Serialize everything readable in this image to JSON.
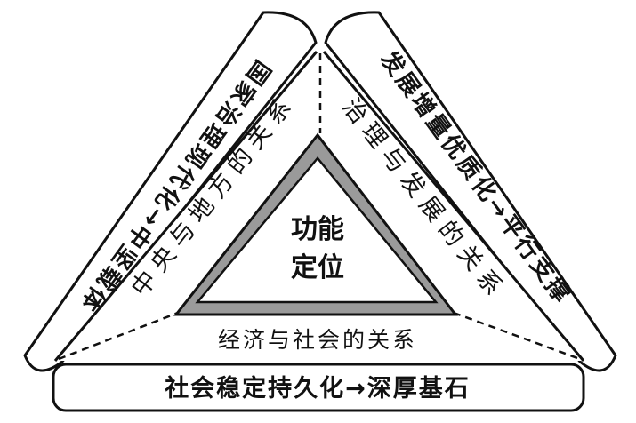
{
  "center": {
    "line1": "功能",
    "line2": "定位"
  },
  "inner_sides": {
    "left": "中央与地方的关系",
    "right": "治理与发展的关系",
    "bottom": "经济与社会的关系"
  },
  "outer_boxes": {
    "left": "国家治理现代化→中坚载体",
    "right": "发展增量优质化→平行支撑",
    "bottom": "社会稳定持久化→深厚基石"
  }
}
